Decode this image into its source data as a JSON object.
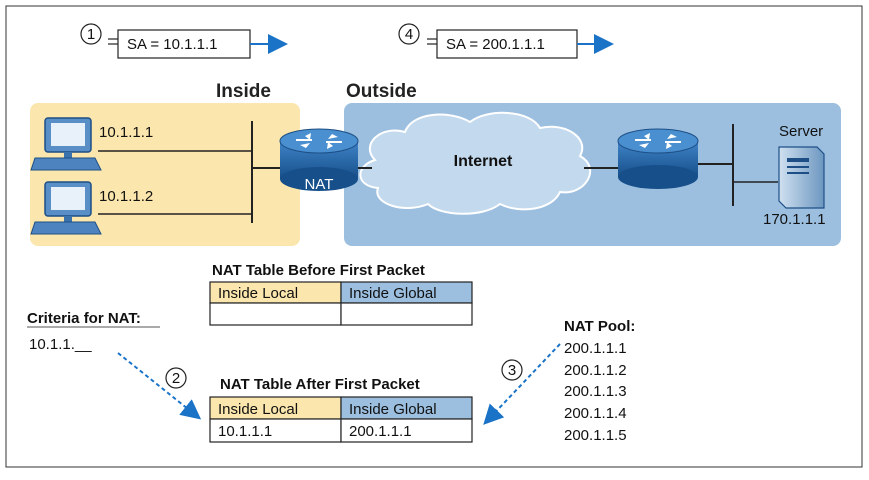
{
  "packets": [
    {
      "step": "1",
      "text": "SA = 10.1.1.1"
    },
    {
      "step": "4",
      "text": "SA = 200.1.1.1"
    }
  ],
  "zones": {
    "inside": "Inside",
    "outside": "Outside"
  },
  "hosts": [
    {
      "ip": "10.1.1.1"
    },
    {
      "ip": "10.1.1.2"
    }
  ],
  "router_label": "NAT",
  "cloud_label": "Internet",
  "server": {
    "label": "Server",
    "ip": "170.1.1.1"
  },
  "table_before": {
    "title": "NAT Table Before First Packet",
    "headers": [
      "Inside Local",
      "Inside Global"
    ],
    "row": [
      "",
      ""
    ]
  },
  "table_after": {
    "title": "NAT Table After First Packet",
    "headers": [
      "Inside Local",
      "Inside Global"
    ],
    "row": [
      "10.1.1.1",
      "200.1.1.1"
    ]
  },
  "criteria": {
    "title": "Criteria for NAT:",
    "value": "10.1.1.__"
  },
  "steps_mid": [
    "2",
    "3"
  ],
  "pool": {
    "title": "NAT Pool:",
    "addresses": [
      "200.1.1.1",
      "200.1.1.2",
      "200.1.1.3",
      "200.1.1.4",
      "200.1.1.5"
    ]
  },
  "colors": {
    "inside_zone": "#fbe6ad",
    "outside_zone": "#9cbfe0",
    "router": "#1f5f9e",
    "cloud": "#c3d9ee",
    "arrow": "#1a73c7",
    "header_local": "#fbe6ad",
    "header_global": "#9cbfe0"
  }
}
